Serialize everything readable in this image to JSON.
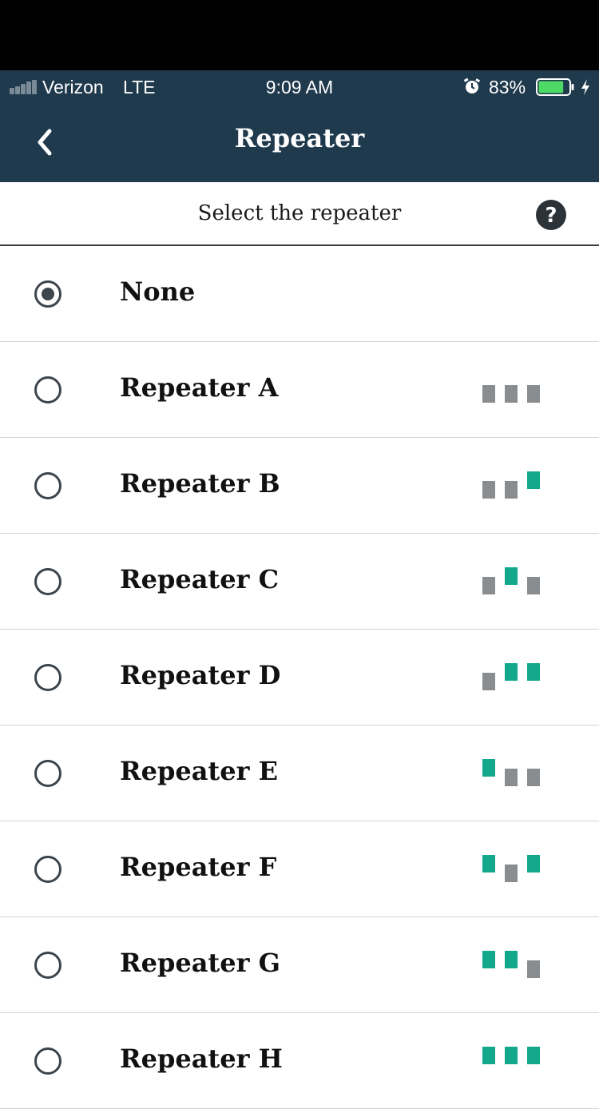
{
  "status_bar": {
    "carrier": "Verizon",
    "network": "LTE",
    "time": "9:09 AM",
    "battery_percent": "83%",
    "battery_level": 0.83,
    "signal_bars": 1,
    "icons": [
      "signal-icon",
      "alarm-icon",
      "battery-icon",
      "charging-bolt-icon"
    ]
  },
  "nav": {
    "title": "Repeater",
    "back_icon": "chevron-left-icon"
  },
  "subheader": {
    "text": "Select the repeater",
    "help_icon": "question-mark-icon",
    "help_glyph": "?"
  },
  "colors": {
    "header_bg": "#1f394d",
    "active_bar": "#13a88c",
    "inactive_bar": "#8a8d90",
    "radio": "#3d454d",
    "battery_green": "#4cd964"
  },
  "repeaters": [
    {
      "label": "None",
      "selected": true,
      "pattern": null
    },
    {
      "label": "Repeater A",
      "selected": false,
      "pattern": [
        0,
        0,
        0
      ]
    },
    {
      "label": "Repeater B",
      "selected": false,
      "pattern": [
        0,
        0,
        1
      ]
    },
    {
      "label": "Repeater C",
      "selected": false,
      "pattern": [
        0,
        1,
        0
      ]
    },
    {
      "label": "Repeater D",
      "selected": false,
      "pattern": [
        0,
        1,
        1
      ]
    },
    {
      "label": "Repeater E",
      "selected": false,
      "pattern": [
        1,
        0,
        0
      ]
    },
    {
      "label": "Repeater F",
      "selected": false,
      "pattern": [
        1,
        0,
        1
      ]
    },
    {
      "label": "Repeater G",
      "selected": false,
      "pattern": [
        1,
        1,
        0
      ]
    },
    {
      "label": "Repeater H",
      "selected": false,
      "pattern": [
        1,
        1,
        1
      ]
    }
  ]
}
